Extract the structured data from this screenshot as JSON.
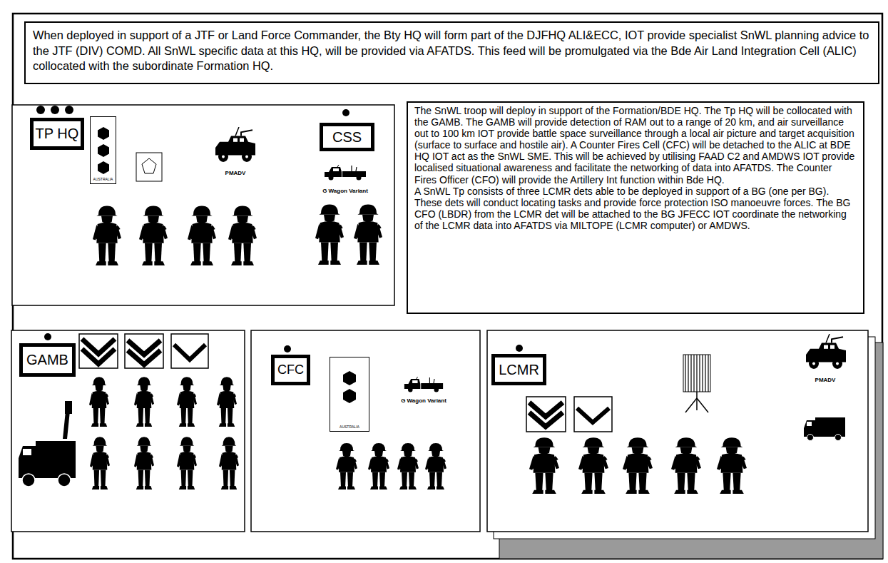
{
  "diagram": {
    "nodes": [
      {
        "text": [
          "When deployed in support of a JTF or Land Force Commander, the Bty HQ will form part of the DJFHQ ALI&ECC, IOT provide specialist SnWL planning advice to the JTF (DIV) COMD. All SnWL specific data at this HQ, will be provided via AFATDS. This feed will be promulgated via the Bde Air Land Integration Cell (ALIC) collocated with the subordinate Formation HQ."
        ]
      },
      {
        "text": [
          "TP HQ"
        ]
      },
      {
        "text": [
          "AUSTRALIA"
        ]
      },
      {
        "text": [
          "CSS"
        ]
      },
      {
        "text": [
          "The SnWL troop will deploy in support of the Formation/BDE HQ. The Tp HQ will be collocated with the GAMB. The GAMB will provide detection of RAM out to a range of 20 km, and air surveillance out to 100 km IOT provide battle space surveillance through a local air picture and target acquisition (surface to surface and hostile air). A Counter Fires Cell (CFC) will be detached to the ALIC at BDE HQ IOT act as the SnWL SME. This will be achieved by utilising FAAD C2 and AMDWS IOT provide localised situational awareness and facilitate the networking of data into AFATDS. The Counter Fires Officer (CFO) will provide the Artillery Int function within Bde HQ.",
          "A SnWL Tp consists of three LCMR dets able to be deployed in support of a BG (one per BG). These dets will conduct locating tasks and provide force protection ISO manoeuvre forces. The BG CFO (LBDR) from the LCMR det will be attached to the BG JFECC IOT coordinate the networking of the LCMR data into AFATDS via MILTOPE (LCMR computer) or AMDWS."
        ]
      },
      {
        "text": [
          "GAMB"
        ]
      },
      {
        "text": [
          "CFC"
        ]
      },
      {
        "text": [
          "AUSTRALIA"
        ]
      },
      {
        "text": [
          "LCMR"
        ]
      }
    ],
    "labels": [
      "PMADV",
      "G Wagon Variant",
      "G Wagon Variant",
      "PMADV"
    ]
  }
}
